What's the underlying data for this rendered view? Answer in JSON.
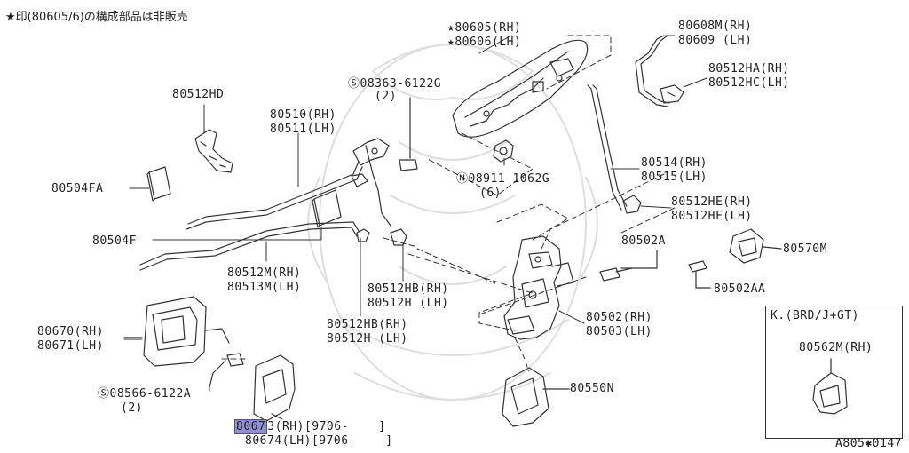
{
  "note": "★印(80605/6)の構成部品は非販売",
  "diagram_code": "A805✱0147",
  "inset": {
    "title": "K.(BRD/J+GT)",
    "part": "80562M(RH)"
  },
  "labels": {
    "hd": "80512HD",
    "fa": "80504FA",
    "f": "80504F",
    "s1_code": "08363-6122G",
    "s1_qty": "(2)",
    "r510": "80510(RH)",
    "r511": "80511(LH)",
    "m_rh": "80512M(RH)",
    "m_lh": "80513M(LH)",
    "hb1_rh": "80512HB(RH)",
    "hb1_lh": "80512H (LH)",
    "hb2_rh": "80512HB(RH)",
    "hb2_lh": "80512H (LH)",
    "r605": "★80605(RH)",
    "r606": "★80606(LH)",
    "n_code": "08911-1062G",
    "n_qty": "(6)",
    "r608": "80608M(RH)",
    "r609": "80609 (LH)",
    "ha": "80512HA(RH)",
    "hc": "80512HC(LH)",
    "r514": "80514(RH)",
    "r515": "80515(LH)",
    "he": "80512HE(RH)",
    "hf": "80512HF(LH)",
    "r502a": "80502A",
    "r570": "80570M",
    "r502aa": "80502AA",
    "r502": "80502(RH)",
    "r503": "80503(LH)",
    "r550": "80550N",
    "r670": "80670(RH)",
    "r671": "80671(LH)",
    "s2_code": "08566-6122A",
    "s2_qty": "(2)",
    "r673_hl": "8067",
    "r673_rest": "3(RH)[9706-    ]",
    "r674": "80674(LH)[9706-    ]"
  }
}
